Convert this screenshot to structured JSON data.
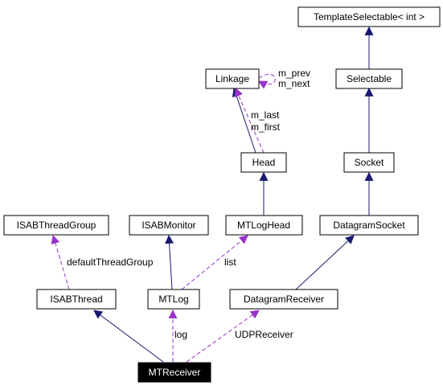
{
  "colors": {
    "inherit_edge": "#191970",
    "usage_edge": "#9a32cd",
    "node_border": "#000000",
    "node_fill": "#ffffff",
    "highlight_fill": "#000000",
    "highlight_text": "#ffffff"
  },
  "nodes": {
    "template_selectable": "TemplateSelectable< int >",
    "linkage": "Linkage",
    "selectable": "Selectable",
    "head": "Head",
    "socket": "Socket",
    "isab_thread_group": "ISABThreadGroup",
    "isab_monitor": "ISABMonitor",
    "mtlog_head": "MTLogHead",
    "datagram_socket": "DatagramSocket",
    "isab_thread": "ISABThread",
    "mtlog": "MTLog",
    "datagram_receiver": "DatagramReceiver",
    "mtreceiver": "MTReceiver"
  },
  "edge_labels": {
    "m_prev": "m_prev",
    "m_next": "m_next",
    "m_last": "m_last",
    "m_first": "m_first",
    "default_thread_group": "defaultThreadGroup",
    "list": "list",
    "log": "log",
    "udp_receiver": "UDPReceiver"
  }
}
